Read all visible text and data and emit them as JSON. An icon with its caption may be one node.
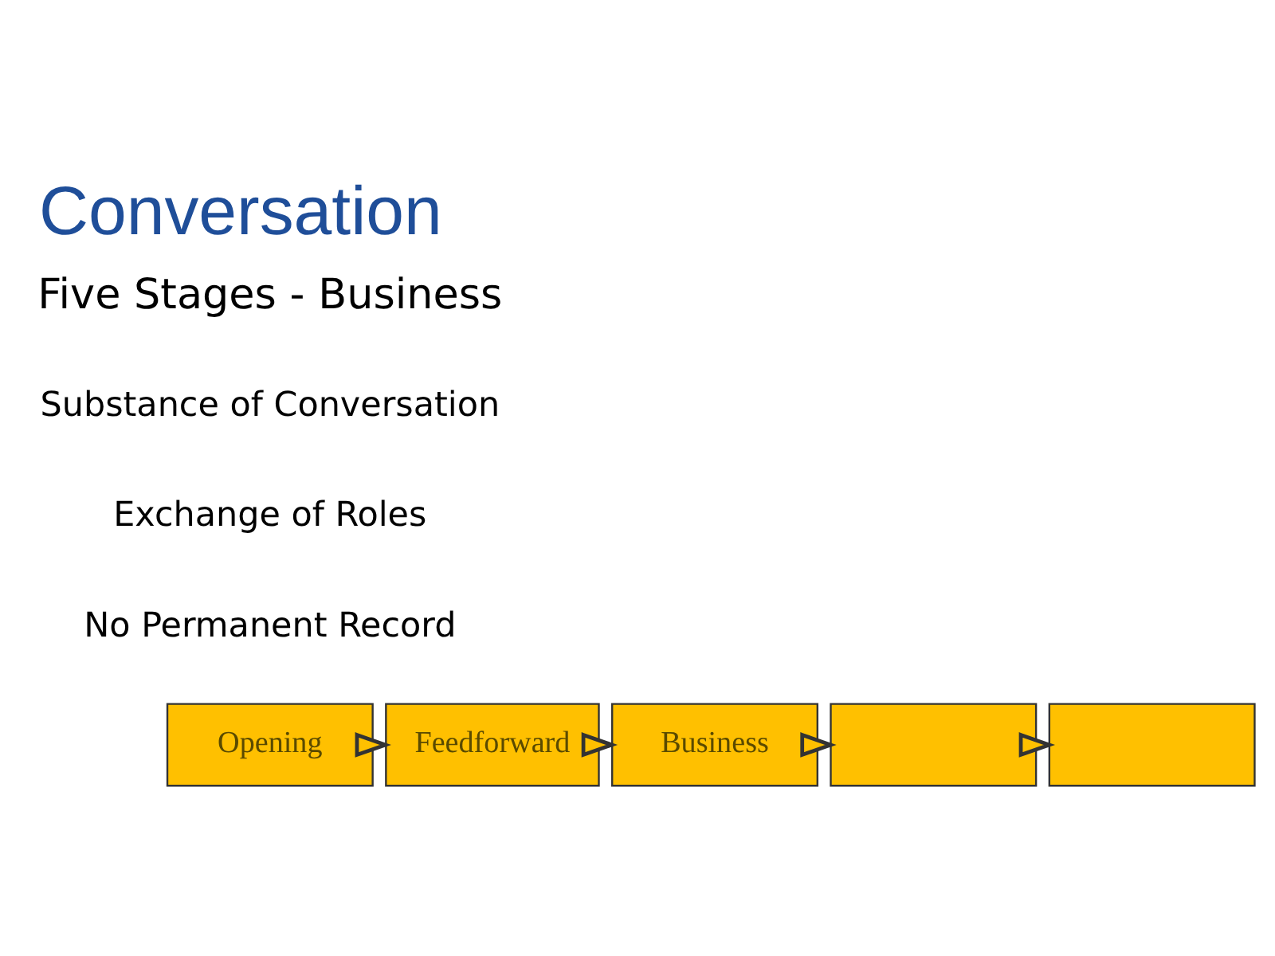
{
  "diagram": {
    "title": "Conversation",
    "nodes": [
      {
        "text": [
          "Opening"
        ]
      },
      {
        "text": [
          "Feedforward"
        ]
      },
      {
        "text": [
          "Business"
        ]
      },
      {
        "text": [],
        "shape": "box"
      },
      {
        "text": [],
        "shape": "box"
      }
    ],
    "edges": [
      {
        "from": 0,
        "to": 1,
        "arrow": "to"
      },
      {
        "from": 1,
        "to": 2,
        "arrow": "to"
      },
      {
        "from": 2,
        "to": 3,
        "arrow": "to"
      },
      {
        "from": 3,
        "to": 4,
        "arrow": "to"
      }
    ],
    "labels": [
      "Five Stages - Business",
      "Substance of Conversation",
      "Exchange of Roles",
      "No Permanent Record"
    ]
  }
}
